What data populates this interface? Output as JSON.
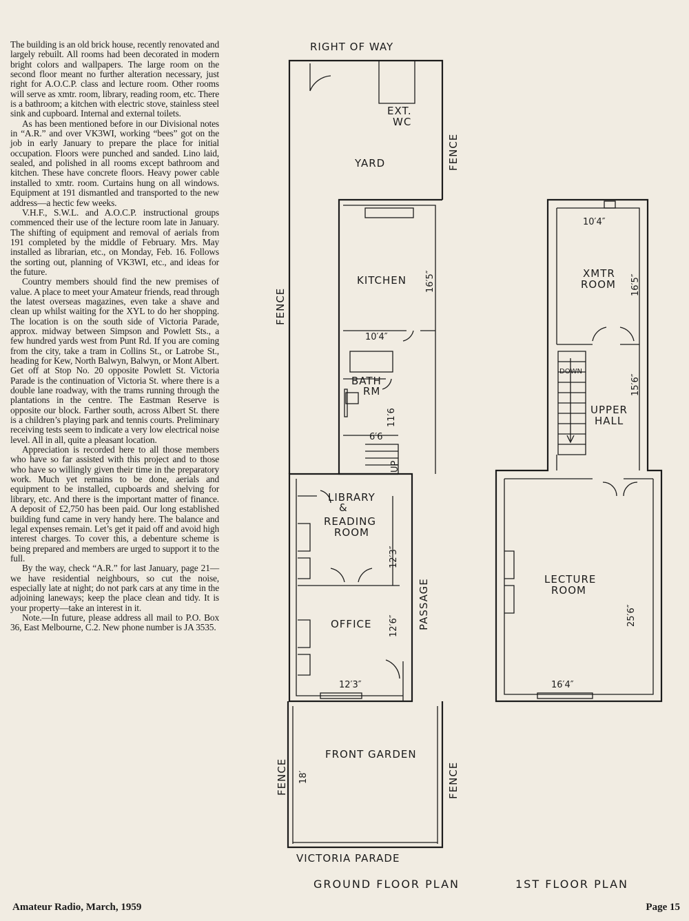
{
  "article": {
    "paragraphs": [
      "The building is an old brick house, recently renovated and largely rebuilt. All rooms had been decorated in modern bright colors and wallpapers. The large room on the second floor meant no further alteration necessary, just right for A.O.C.P. class and lecture room. Other rooms will serve as xmtr. room, library, reading room, etc. There is a bathroom; a kitchen with electric stove, stainless steel sink and cupboard. Internal and external toilets.",
      "As has been mentioned before in our Divisional notes in “A.R.” and over VK3WI, working “bees” got on the job in early January to prepare the place for initial occupation. Floors were punched and sanded. Lino laid, sealed, and polished in all rooms except bathroom and kitchen. These have concrete floors. Heavy power cable installed to xmtr. room. Curtains hung on all windows. Equipment at 191 dismantled and transported to the new address—a hectic few weeks.",
      "V.H.F., S.W.L. and A.O.C.P. instructional groups commenced their use of the lecture room late in January. The shifting of equipment and removal of aerials from 191 completed by the middle of February. Mrs. May installed as librarian, etc., on Monday, Feb. 16. Follows the sorting out, planning of VK3WI, etc., and ideas for the future.",
      "Country members should find the new premises of value. A place to meet your Amateur friends, read through the latest overseas magazines, even take a shave and clean up whilst waiting for the XYL to do her shopping. The location is on the south side of Victoria Parade, approx. midway between Simpson and Powlett Sts., a few hundred yards west from Punt Rd. If you are coming from the city, take a tram in Collins St., or Latrobe St., heading for Kew, North Balwyn, Balwyn, or Mont Albert. Get off at Stop No. 20 opposite Powlett St. Victoria Parade is the continuation of Victoria St. where there is a double lane roadway, with the trams running through the plantations in the centre. The Eastman Reserve is opposite our block. Farther south, across Albert St. there is a children’s playing park and tennis courts. Preliminary receiving tests seem to indicate a very low electrical noise level. All in all, quite a pleasant location.",
      "Appreciation is recorded here to all those members who have so far assisted with this project and to those who have so willingly given their time in the preparatory work. Much yet remains to be done, aerials and equipment to be installed, cupboards and shelving for library, etc. And there is the important matter of finance. A deposit of £2,750 has been paid. Our long established building fund came in very handy here. The balance and legal expenses remain. Let’s get it paid off and avoid high interest charges. To cover this, a debenture scheme is being prepared and members are urged to support it to the full.",
      "By the way, check “A.R.” for last January, page 21—we have residential neighbours, so cut the noise, especially late at night; do not park cars at any time in the adjoining laneways; keep the place clean and tidy. It is your property—take an interest in it.",
      "Note.—In future, please address all mail to P.O. Box 36, East Melbourne, C.2. New phone number is JA 3535."
    ]
  },
  "ground_plan": {
    "title": "GROUND FLOOR PLAN",
    "right_of_way": "RIGHT OF WAY",
    "ext_wc_1": "EXT.",
    "ext_wc_2": "WC",
    "yard": "YARD",
    "fence": "FENCE",
    "kitchen": "KITCHEN",
    "kitchen_len": "16′5″",
    "kitchen_width": "10′4″",
    "bath_1": "BATH",
    "bath_2": "RM",
    "bath_dim": "11′6",
    "bath_width": "6′6",
    "up": "UP",
    "library_1": "LIBRARY",
    "library_2": "&",
    "library_3": "READING",
    "library_4": "ROOM",
    "library_dim": "12′3″",
    "office": "OFFICE",
    "office_dim": "12′6″",
    "office_width": "12′3″",
    "passage": "PASSAGE",
    "front_garden": "FRONT GARDEN",
    "garden_dim": "18′",
    "street": "VICTORIA   PARADE"
  },
  "first_plan": {
    "title": "1ST FLOOR PLAN",
    "xmtr_width": "10′4″",
    "xmtr_1": "XMTR",
    "xmtr_2": "ROOM",
    "xmtr_len": "16′5″",
    "down": "DOWN",
    "hall_dim": "15′6″",
    "hall_1": "UPPER",
    "hall_2": "HALL",
    "lecture_1": "LECTURE",
    "lecture_2": "ROOM",
    "lecture_len": "25′6″",
    "lecture_width": "16′4″"
  },
  "footer": {
    "publication": "Amateur Radio, March, 1959",
    "page": "Page 15"
  }
}
